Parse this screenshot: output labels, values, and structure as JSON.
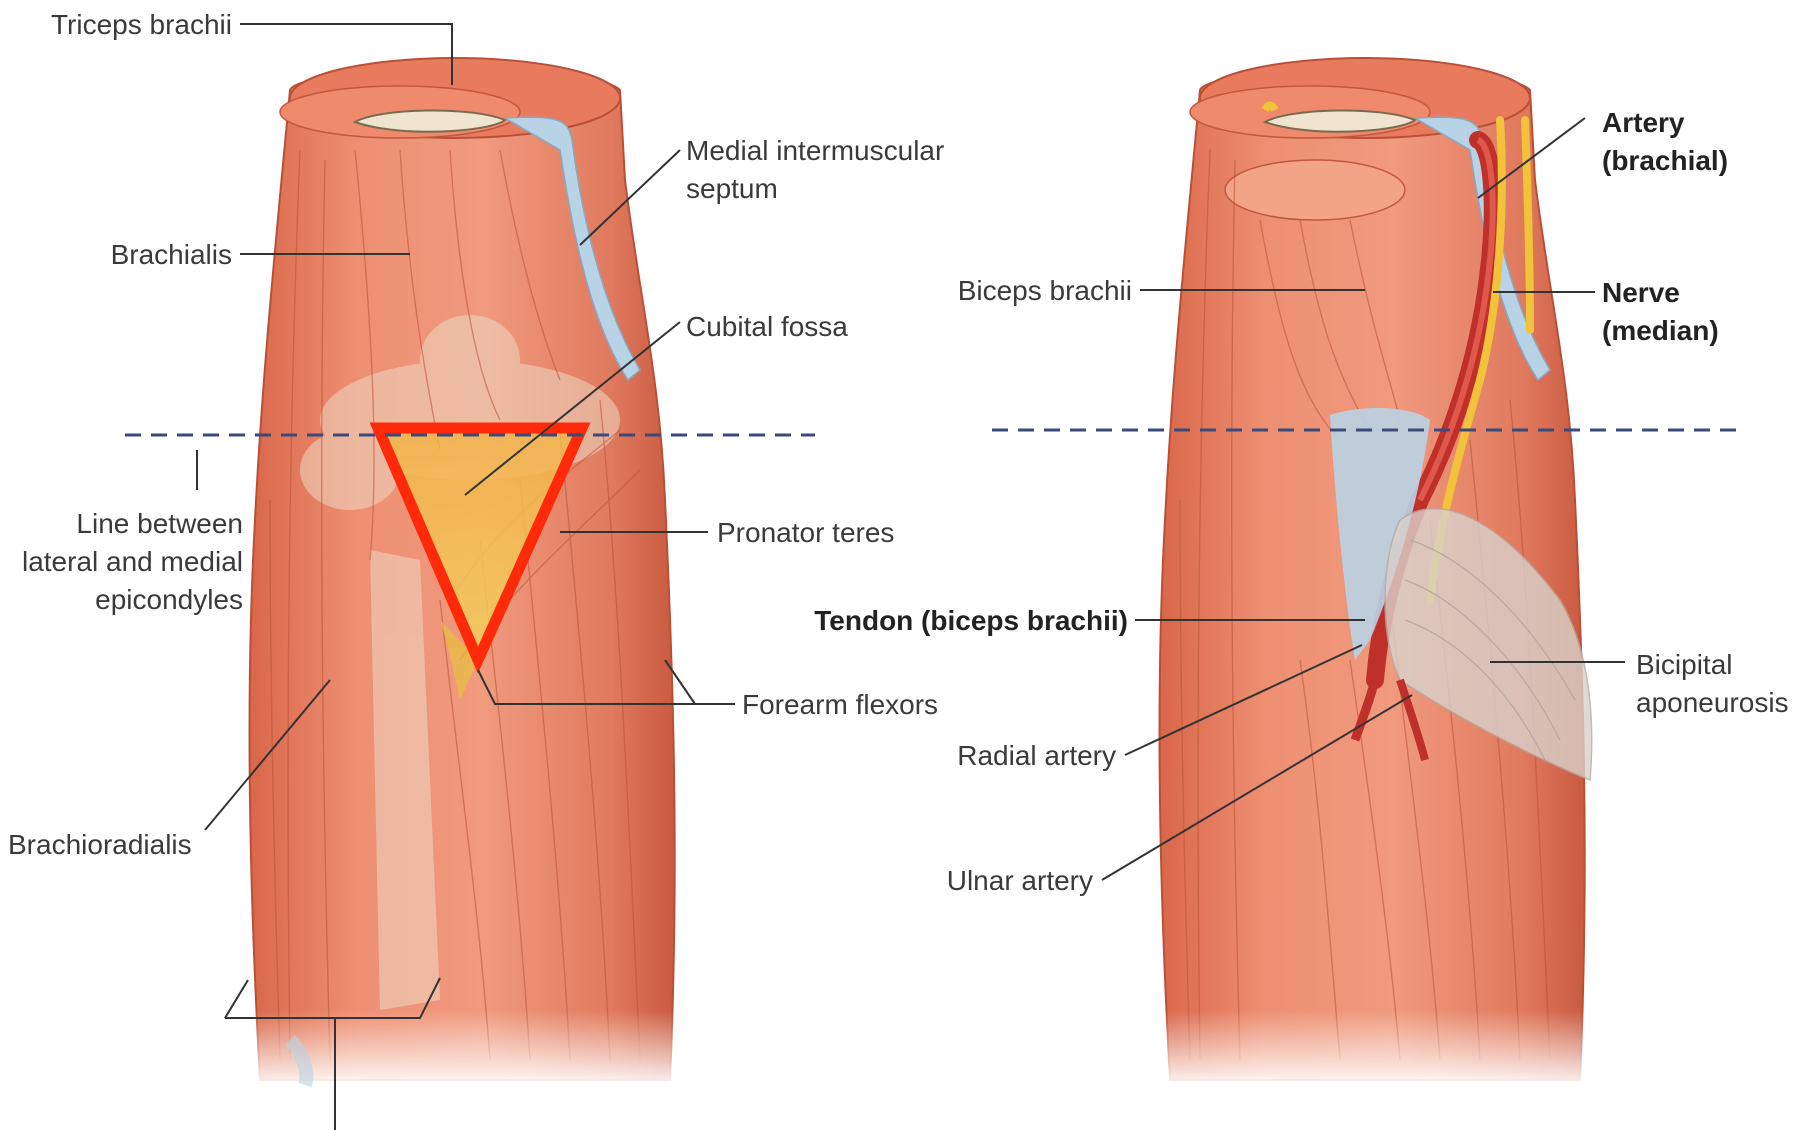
{
  "diagram": {
    "left_panel": {
      "labels": {
        "triceps_brachii": "Triceps brachii",
        "brachialis": "Brachialis",
        "medial_intermuscular_septum": [
          "Medial intermuscular",
          "septum"
        ],
        "cubital_fossa": "Cubital fossa",
        "epicondyle_line": [
          "Line between",
          "lateral and medial",
          "epicondyles"
        ],
        "pronator_teres": "Pronator teres",
        "forearm_flexors": "Forearm flexors",
        "brachioradialis": "Brachioradialis"
      }
    },
    "right_panel": {
      "labels": {
        "artery": [
          "Artery",
          "(brachial)"
        ],
        "nerve": [
          "Nerve",
          "(median)"
        ],
        "biceps_brachii": "Biceps brachii",
        "tendon": "Tendon (biceps brachii)",
        "bicipital_aponeurosis": [
          "Bicipital",
          "aponeurosis"
        ],
        "radial_artery": "Radial artery",
        "ulnar_artery": "Ulnar artery"
      }
    },
    "colors": {
      "muscle": "#e8876a",
      "muscle_light": "#f2a98e",
      "muscle_dark": "#c8563c",
      "tendon_blue": "#b9d3e6",
      "bone": "#eee4cf",
      "artery_red": "#c0302a",
      "nerve_yellow": "#f2c23a",
      "cubital_fossa_fill": "#f6c04a",
      "triangle_outline": "#ff2a0a",
      "dashed_line": "#3a4a7a",
      "leader_line": "#333333",
      "label_text": "#3a3a3a"
    }
  }
}
